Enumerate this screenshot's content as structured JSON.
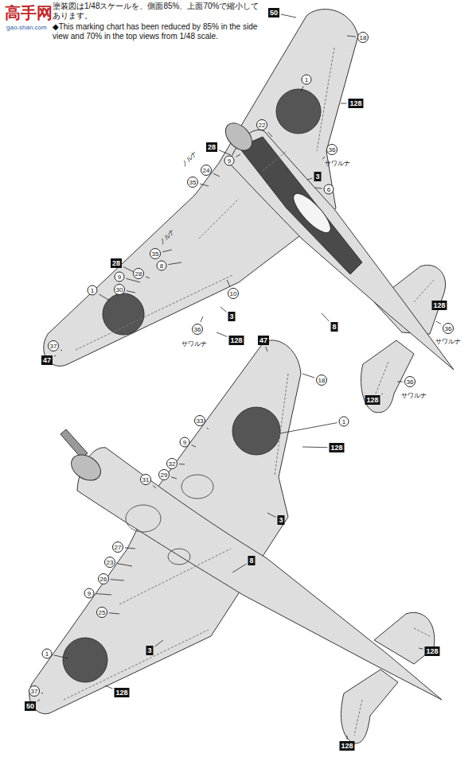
{
  "diagram": {
    "nodes": [
      {
        "text": [
          "50"
        ]
      },
      {
        "text": [
          "18"
        ]
      },
      {
        "text": [
          "1"
        ]
      },
      {
        "text": [
          "128"
        ]
      },
      {
        "text": [
          "22"
        ]
      },
      {
        "text": [
          "28"
        ]
      },
      {
        "text": [
          "9"
        ]
      },
      {
        "text": [
          "24"
        ]
      },
      {
        "text": [
          "35"
        ]
      },
      {
        "text": [
          "36"
        ]
      },
      {
        "text": [
          "3"
        ]
      },
      {
        "text": [
          "6"
        ]
      },
      {
        "text": [
          "35"
        ]
      },
      {
        "text": [
          "8"
        ]
      },
      {
        "text": [
          "28"
        ]
      },
      {
        "text": [
          "28"
        ]
      },
      {
        "text": [
          "9"
        ]
      },
      {
        "text": [
          "30"
        ]
      },
      {
        "text": [
          "10"
        ]
      },
      {
        "text": [
          "3"
        ]
      },
      {
        "text": [
          "1"
        ]
      },
      {
        "text": [
          "36"
        ]
      },
      {
        "text": [
          "128"
        ]
      },
      {
        "text": [
          "37"
        ]
      },
      {
        "text": [
          "47"
        ]
      },
      {
        "text": [
          "128"
        ]
      },
      {
        "text": [
          "36"
        ]
      },
      {
        "text": [
          "8"
        ]
      },
      {
        "text": [
          "36"
        ]
      },
      {
        "text": [
          "128"
        ]
      },
      {
        "text": [
          "47"
        ]
      },
      {
        "text": [
          "18"
        ]
      },
      {
        "text": [
          "33"
        ]
      },
      {
        "text": [
          "1"
        ]
      },
      {
        "text": [
          "128"
        ]
      },
      {
        "text": [
          "9"
        ]
      },
      {
        "text": [
          "32"
        ]
      },
      {
        "text": [
          "29"
        ]
      },
      {
        "text": [
          "31"
        ]
      },
      {
        "text": [
          "3"
        ]
      },
      {
        "text": [
          "8"
        ]
      },
      {
        "text": [
          "27"
        ]
      },
      {
        "text": [
          "23"
        ]
      },
      {
        "text": [
          "26"
        ]
      },
      {
        "text": [
          "9"
        ]
      },
      {
        "text": [
          "25"
        ]
      },
      {
        "text": [
          "3"
        ]
      },
      {
        "text": [
          "1"
        ]
      },
      {
        "text": [
          "37"
        ]
      },
      {
        "text": [
          "50"
        ]
      },
      {
        "text": [
          "128"
        ]
      },
      {
        "text": [
          "128"
        ]
      },
      {
        "text": [
          "128"
        ]
      }
    ],
    "labels": [
      "塗装図は1/48スケールを、側面85%、上面70%で縮小してあります。",
      "◆This marking chart has been reduced by 85% in the side view and 70% in the top views from 1/48 scale.",
      "高手网",
      "gao-shan.com",
      "ノルナ",
      "ノルナ",
      "サワルナ",
      "サワルナ",
      "サワルナ",
      "サワルナ"
    ]
  }
}
